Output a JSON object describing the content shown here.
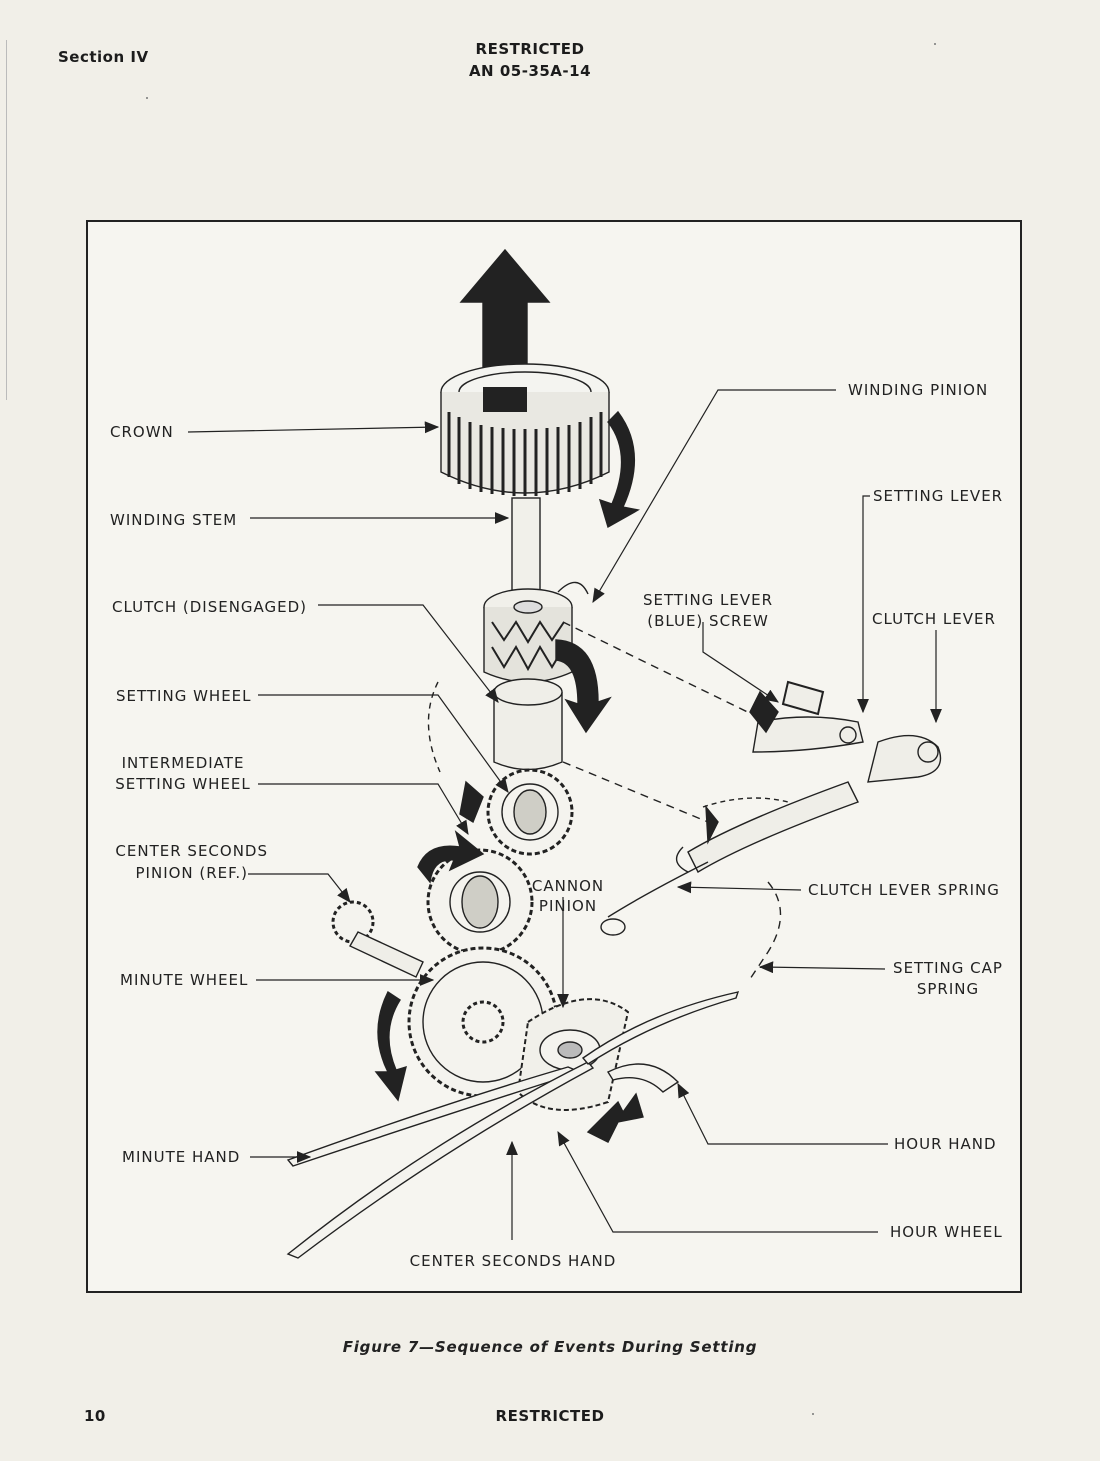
{
  "header": {
    "section": "Section IV",
    "classification": "RESTRICTED",
    "doc_number": "AN 05-35A-14"
  },
  "figure": {
    "labels": {
      "crown": "CROWN",
      "winding_stem": "WINDING STEM",
      "clutch": "CLUTCH (DISENGAGED)",
      "setting_wheel": "SETTING WHEEL",
      "intermediate_1": "INTERMEDIATE",
      "intermediate_2": "SETTING WHEEL",
      "center_seconds_pinion_1": "CENTER SECONDS",
      "center_seconds_pinion_2": "PINION (REF.)",
      "minute_wheel": "MINUTE WHEEL",
      "minute_hand": "MINUTE HAND",
      "center_seconds_hand": "CENTER SECONDS HAND",
      "winding_pinion": "WINDING PINION",
      "setting_lever": "SETTING LEVER",
      "setting_lever_screw_1": "SETTING LEVER",
      "setting_lever_screw_2": "(BLUE) SCREW",
      "clutch_lever": "CLUTCH LEVER",
      "cannon_pinion_1": "CANNON",
      "cannon_pinion_2": "PINION",
      "clutch_lever_spring": "CLUTCH LEVER SPRING",
      "setting_cap_spring_1": "SETTING CAP",
      "setting_cap_spring_2": "SPRING",
      "hour_hand": "HOUR HAND",
      "hour_wheel": "HOUR WHEEL"
    },
    "caption": "Figure 7—Sequence of Events During Setting"
  },
  "footer": {
    "page_number": "10",
    "classification": "RESTRICTED"
  }
}
